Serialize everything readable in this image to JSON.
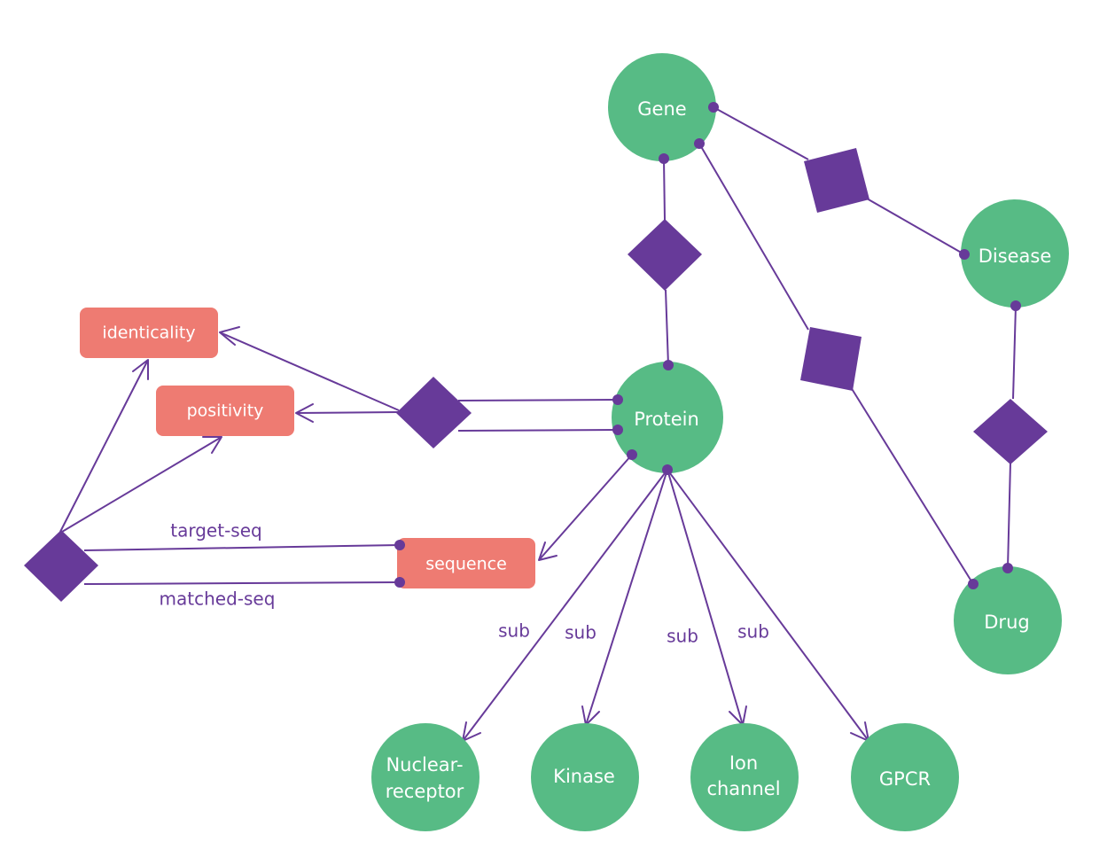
{
  "entities": {
    "gene": "Gene",
    "disease": "Disease",
    "protein": "Protein",
    "drug": "Drug",
    "nuclear_receptor": [
      "Nuclear-",
      "receptor"
    ],
    "kinase": "Kinase",
    "ion_channel": [
      "Ion",
      "channel"
    ],
    "gpcr": "GPCR"
  },
  "attributes": {
    "identicality": "identicality",
    "positivity": "positivity",
    "sequence": "sequence"
  },
  "edge_labels": {
    "target_seq": "target-seq",
    "matched_seq": "matched-seq",
    "sub": "sub"
  },
  "colors": {
    "entity": "#57bb85",
    "attribute": "#ee7b72",
    "relation": "#673a99"
  }
}
